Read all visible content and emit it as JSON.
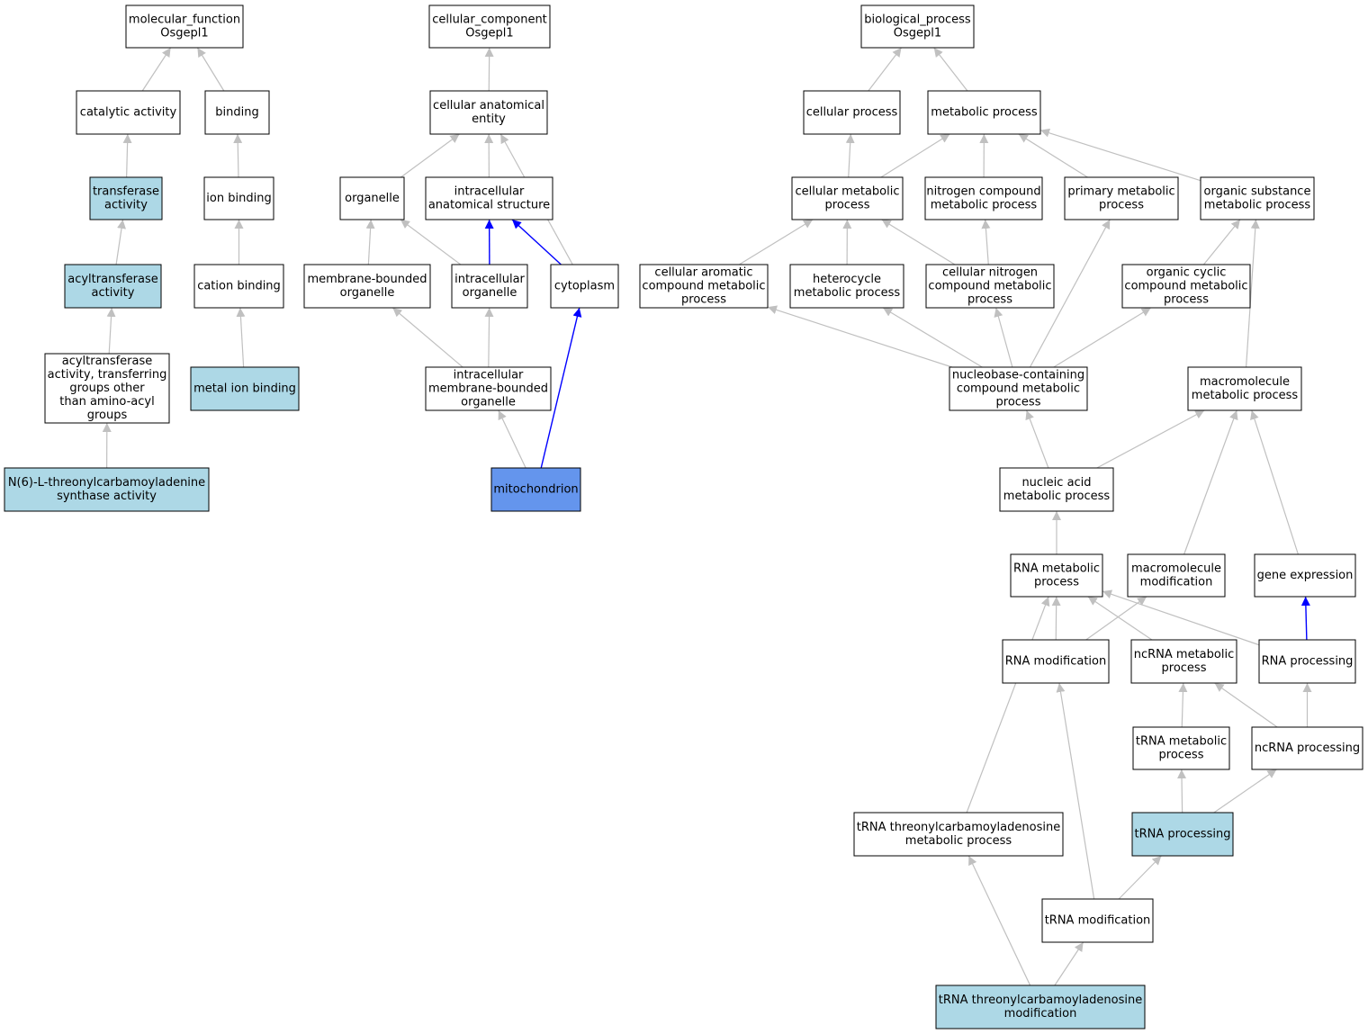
{
  "colors": {
    "default_fill": "#ffffff",
    "annotated_fill": "#add8e6",
    "highlight_fill": "#6495ed",
    "edge_gray": "#c0c0c0",
    "edge_blue": "#0000ff",
    "border": "#000000"
  },
  "nodes": [
    {
      "id": "mf",
      "lines": [
        "molecular_function",
        "Osgepl1"
      ],
      "fill": "default"
    },
    {
      "id": "catalytic",
      "lines": [
        "catalytic activity"
      ],
      "fill": "default"
    },
    {
      "id": "binding",
      "lines": [
        "binding"
      ],
      "fill": "default"
    },
    {
      "id": "transferase",
      "lines": [
        "transferase",
        "activity"
      ],
      "fill": "annotated"
    },
    {
      "id": "ionbinding",
      "lines": [
        "ion binding"
      ],
      "fill": "default"
    },
    {
      "id": "acyltransferase",
      "lines": [
        "acyltransferase",
        "activity"
      ],
      "fill": "annotated"
    },
    {
      "id": "cationbinding",
      "lines": [
        "cation binding"
      ],
      "fill": "default"
    },
    {
      "id": "acyltrans_other",
      "lines": [
        "acyltransferase",
        "activity, transferring",
        "groups other",
        "than amino-acyl",
        "groups"
      ],
      "fill": "default"
    },
    {
      "id": "metalion",
      "lines": [
        "metal ion binding"
      ],
      "fill": "annotated"
    },
    {
      "id": "n6",
      "lines": [
        "N(6)-L-threonylcarbamoyladenine",
        "synthase activity"
      ],
      "fill": "annotated"
    },
    {
      "id": "cc",
      "lines": [
        "cellular_component",
        "Osgepl1"
      ],
      "fill": "default"
    },
    {
      "id": "cae",
      "lines": [
        "cellular anatomical",
        "entity"
      ],
      "fill": "default"
    },
    {
      "id": "organelle",
      "lines": [
        "organelle"
      ],
      "fill": "default"
    },
    {
      "id": "ias",
      "lines": [
        "intracellular",
        "anatomical structure"
      ],
      "fill": "default"
    },
    {
      "id": "mbo",
      "lines": [
        "membrane-bounded",
        "organelle"
      ],
      "fill": "default"
    },
    {
      "id": "io",
      "lines": [
        "intracellular",
        "organelle"
      ],
      "fill": "default"
    },
    {
      "id": "cytoplasm",
      "lines": [
        "cytoplasm"
      ],
      "fill": "default"
    },
    {
      "id": "imbo",
      "lines": [
        "intracellular",
        "membrane-bounded",
        "organelle"
      ],
      "fill": "default"
    },
    {
      "id": "mito",
      "lines": [
        "mitochondrion"
      ],
      "fill": "highlight"
    },
    {
      "id": "bp",
      "lines": [
        "biological_process",
        "Osgepl1"
      ],
      "fill": "default"
    },
    {
      "id": "cellproc",
      "lines": [
        "cellular process"
      ],
      "fill": "default"
    },
    {
      "id": "metproc",
      "lines": [
        "metabolic process"
      ],
      "fill": "default"
    },
    {
      "id": "cmp",
      "lines": [
        "cellular metabolic",
        "process"
      ],
      "fill": "default"
    },
    {
      "id": "ncmp",
      "lines": [
        "nitrogen compound",
        "metabolic process"
      ],
      "fill": "default"
    },
    {
      "id": "pmp",
      "lines": [
        "primary metabolic",
        "process"
      ],
      "fill": "default"
    },
    {
      "id": "osmp",
      "lines": [
        "organic substance",
        "metabolic process"
      ],
      "fill": "default"
    },
    {
      "id": "cacmp",
      "lines": [
        "cellular aromatic",
        "compound metabolic",
        "process"
      ],
      "fill": "default"
    },
    {
      "id": "hmp",
      "lines": [
        "heterocycle",
        "metabolic process"
      ],
      "fill": "default"
    },
    {
      "id": "cncmp",
      "lines": [
        "cellular nitrogen",
        "compound metabolic",
        "process"
      ],
      "fill": "default"
    },
    {
      "id": "occmp",
      "lines": [
        "organic cyclic",
        "compound metabolic",
        "process"
      ],
      "fill": "default"
    },
    {
      "id": "nbccmp",
      "lines": [
        "nucleobase-containing",
        "compound metabolic",
        "process"
      ],
      "fill": "default"
    },
    {
      "id": "mmp",
      "lines": [
        "macromolecule",
        "metabolic process"
      ],
      "fill": "default"
    },
    {
      "id": "namp",
      "lines": [
        "nucleic acid",
        "metabolic process"
      ],
      "fill": "default"
    },
    {
      "id": "rnamp",
      "lines": [
        "RNA metabolic",
        "process"
      ],
      "fill": "default"
    },
    {
      "id": "mmod",
      "lines": [
        "macromolecule",
        "modification"
      ],
      "fill": "default"
    },
    {
      "id": "geneexp",
      "lines": [
        "gene expression"
      ],
      "fill": "default"
    },
    {
      "id": "rnamod",
      "lines": [
        "RNA modification"
      ],
      "fill": "default"
    },
    {
      "id": "ncrnamp",
      "lines": [
        "ncRNA metabolic",
        "process"
      ],
      "fill": "default"
    },
    {
      "id": "rnaproc",
      "lines": [
        "RNA processing"
      ],
      "fill": "default"
    },
    {
      "id": "trnamp",
      "lines": [
        "tRNA metabolic",
        "process"
      ],
      "fill": "default"
    },
    {
      "id": "ncrnaproc",
      "lines": [
        "ncRNA processing"
      ],
      "fill": "default"
    },
    {
      "id": "ttmp",
      "lines": [
        "tRNA threonylcarbamoyladenosine",
        "metabolic process"
      ],
      "fill": "default"
    },
    {
      "id": "trnaproc",
      "lines": [
        "tRNA processing"
      ],
      "fill": "annotated"
    },
    {
      "id": "trnamod",
      "lines": [
        "tRNA modification"
      ],
      "fill": "default"
    },
    {
      "id": "ttmod",
      "lines": [
        "tRNA threonylcarbamoyladenosine",
        "modification"
      ],
      "fill": "annotated"
    }
  ],
  "edges": [
    {
      "from": "catalytic",
      "to": "mf",
      "color": "gray"
    },
    {
      "from": "binding",
      "to": "mf",
      "color": "gray"
    },
    {
      "from": "transferase",
      "to": "catalytic",
      "color": "gray"
    },
    {
      "from": "ionbinding",
      "to": "binding",
      "color": "gray"
    },
    {
      "from": "acyltransferase",
      "to": "transferase",
      "color": "gray"
    },
    {
      "from": "cationbinding",
      "to": "ionbinding",
      "color": "gray"
    },
    {
      "from": "acyltrans_other",
      "to": "acyltransferase",
      "color": "gray"
    },
    {
      "from": "metalion",
      "to": "cationbinding",
      "color": "gray"
    },
    {
      "from": "n6",
      "to": "acyltrans_other",
      "color": "gray"
    },
    {
      "from": "cae",
      "to": "cc",
      "color": "gray"
    },
    {
      "from": "organelle",
      "to": "cae",
      "color": "gray"
    },
    {
      "from": "ias",
      "to": "cae",
      "color": "gray"
    },
    {
      "from": "cytoplasm",
      "to": "cae",
      "color": "gray"
    },
    {
      "from": "mbo",
      "to": "organelle",
      "color": "gray"
    },
    {
      "from": "io",
      "to": "organelle",
      "color": "gray"
    },
    {
      "from": "io",
      "to": "ias",
      "color": "blue"
    },
    {
      "from": "cytoplasm",
      "to": "ias",
      "color": "blue"
    },
    {
      "from": "imbo",
      "to": "mbo",
      "color": "gray"
    },
    {
      "from": "imbo",
      "to": "io",
      "color": "gray"
    },
    {
      "from": "mito",
      "to": "imbo",
      "color": "gray"
    },
    {
      "from": "mito",
      "to": "cytoplasm",
      "color": "blue"
    },
    {
      "from": "cellproc",
      "to": "bp",
      "color": "gray"
    },
    {
      "from": "metproc",
      "to": "bp",
      "color": "gray"
    },
    {
      "from": "cmp",
      "to": "cellproc",
      "color": "gray"
    },
    {
      "from": "cmp",
      "to": "metproc",
      "color": "gray"
    },
    {
      "from": "ncmp",
      "to": "metproc",
      "color": "gray"
    },
    {
      "from": "pmp",
      "to": "metproc",
      "color": "gray"
    },
    {
      "from": "osmp",
      "to": "metproc",
      "color": "gray"
    },
    {
      "from": "cacmp",
      "to": "cmp",
      "color": "gray"
    },
    {
      "from": "hmp",
      "to": "cmp",
      "color": "gray"
    },
    {
      "from": "cncmp",
      "to": "cmp",
      "color": "gray"
    },
    {
      "from": "cncmp",
      "to": "ncmp",
      "color": "gray"
    },
    {
      "from": "occmp",
      "to": "osmp",
      "color": "gray"
    },
    {
      "from": "nbccmp",
      "to": "cacmp",
      "color": "gray"
    },
    {
      "from": "nbccmp",
      "to": "hmp",
      "color": "gray"
    },
    {
      "from": "nbccmp",
      "to": "cncmp",
      "color": "gray"
    },
    {
      "from": "nbccmp",
      "to": "pmp",
      "color": "gray"
    },
    {
      "from": "nbccmp",
      "to": "occmp",
      "color": "gray"
    },
    {
      "from": "mmp",
      "to": "osmp",
      "color": "gray"
    },
    {
      "from": "namp",
      "to": "nbccmp",
      "color": "gray"
    },
    {
      "from": "namp",
      "to": "mmp",
      "color": "gray"
    },
    {
      "from": "rnamp",
      "to": "namp",
      "color": "gray"
    },
    {
      "from": "mmod",
      "to": "mmp",
      "color": "gray"
    },
    {
      "from": "geneexp",
      "to": "mmp",
      "color": "gray"
    },
    {
      "from": "rnamod",
      "to": "rnamp",
      "color": "gray"
    },
    {
      "from": "rnamod",
      "to": "mmod",
      "color": "gray"
    },
    {
      "from": "ncrnamp",
      "to": "rnamp",
      "color": "gray"
    },
    {
      "from": "rnaproc",
      "to": "rnamp",
      "color": "gray"
    },
    {
      "from": "rnaproc",
      "to": "geneexp",
      "color": "blue"
    },
    {
      "from": "trnamp",
      "to": "ncrnamp",
      "color": "gray"
    },
    {
      "from": "ncrnaproc",
      "to": "ncrnamp",
      "color": "gray"
    },
    {
      "from": "ncrnaproc",
      "to": "rnaproc",
      "color": "gray"
    },
    {
      "from": "ttmp",
      "to": "rnamp",
      "color": "gray"
    },
    {
      "from": "trnaproc",
      "to": "trnamp",
      "color": "gray"
    },
    {
      "from": "trnaproc",
      "to": "ncrnaproc",
      "color": "gray"
    },
    {
      "from": "trnamod",
      "to": "rnamod",
      "color": "gray"
    },
    {
      "from": "trnamod",
      "to": "trnaproc",
      "color": "gray"
    },
    {
      "from": "ttmod",
      "to": "ttmp",
      "color": "gray"
    },
    {
      "from": "ttmod",
      "to": "trnamod",
      "color": "gray"
    }
  ]
}
